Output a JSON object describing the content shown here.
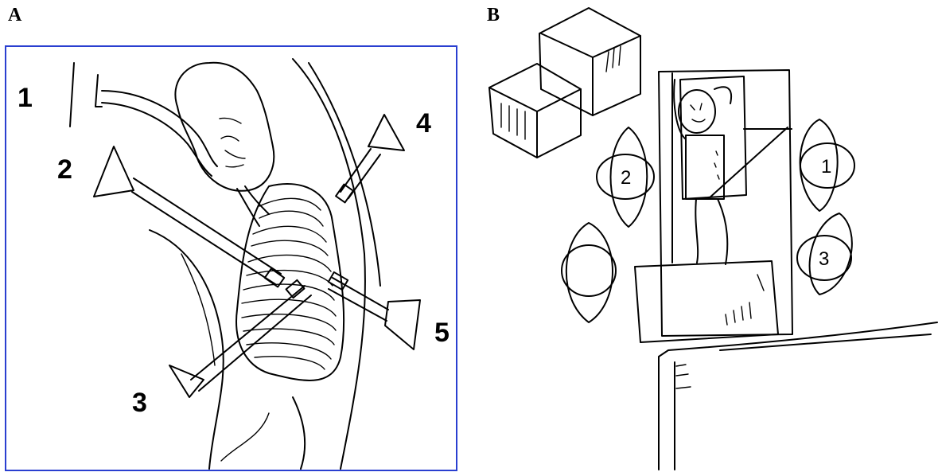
{
  "panel_a": {
    "label": "A",
    "frame_color": "#2a3fd0",
    "ports": [
      {
        "label": "1"
      },
      {
        "label": "2"
      },
      {
        "label": "3"
      },
      {
        "label": "4"
      },
      {
        "label": "5"
      }
    ]
  },
  "panel_b": {
    "label": "B",
    "staff": [
      {
        "label": "1"
      },
      {
        "label": "2"
      },
      {
        "label": "3"
      }
    ]
  }
}
